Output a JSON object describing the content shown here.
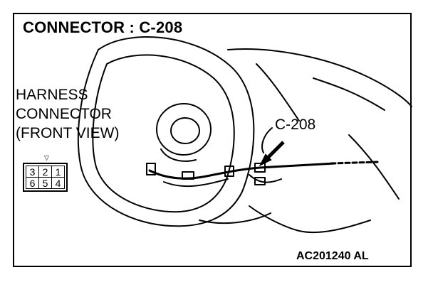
{
  "title": "CONNECTOR : C-208",
  "harness_label": [
    "HARNESS",
    "CONNECTOR",
    "(FRONT VIEW)"
  ],
  "callout": "C-208",
  "figure_id": "AC201240 AL",
  "pins": {
    "row1": [
      "3",
      "2",
      "1"
    ],
    "row2": [
      "6",
      "5",
      "4"
    ],
    "latch": "▽"
  }
}
